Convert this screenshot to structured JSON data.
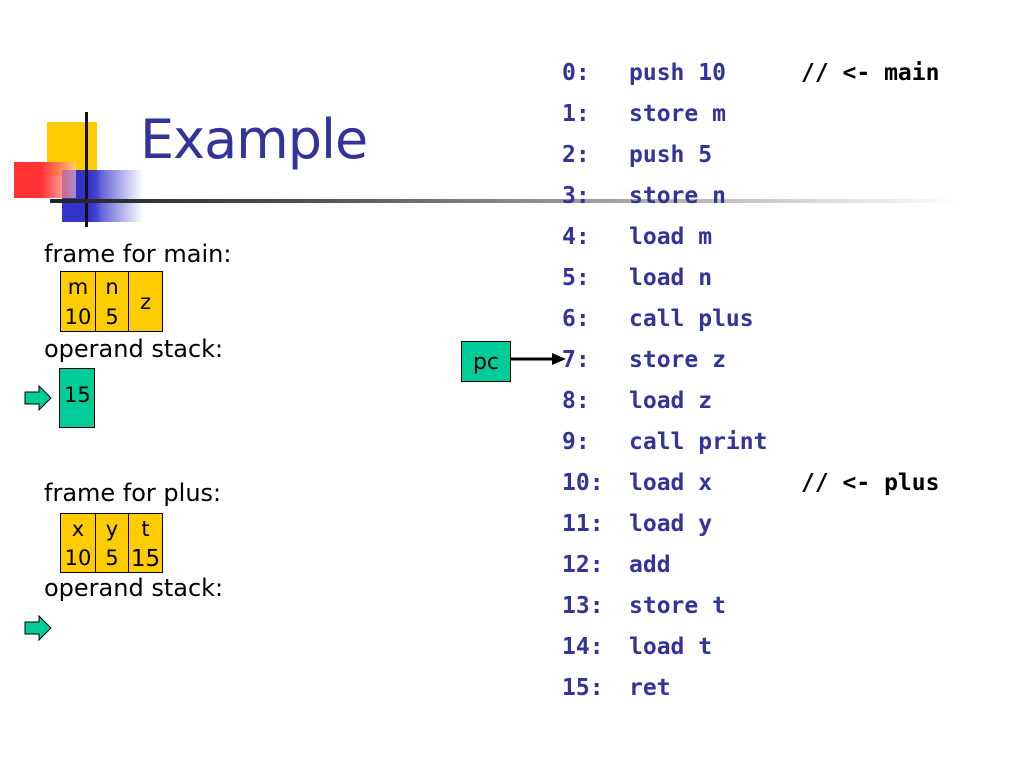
{
  "title": "Example",
  "main_frame": {
    "label": "frame for main:",
    "cells": [
      {
        "name": "m",
        "value": "10"
      },
      {
        "name": "n",
        "value": "5"
      },
      {
        "name": "z",
        "value": ""
      }
    ]
  },
  "main_stack": {
    "label": "operand stack:",
    "items": [
      "15"
    ]
  },
  "plus_frame": {
    "label": "frame for plus:",
    "cells": [
      {
        "name": "x",
        "value": "10"
      },
      {
        "name": "y",
        "value": "5"
      },
      {
        "name": "t",
        "value": "15"
      }
    ]
  },
  "plus_stack": {
    "label": "operand stack:",
    "items": []
  },
  "pc": {
    "label": "pc",
    "points_to": "7"
  },
  "code": [
    {
      "index": "0:",
      "instr": "push 10",
      "comment": "// <- main"
    },
    {
      "index": "1:",
      "instr": "store m",
      "comment": ""
    },
    {
      "index": "2:",
      "instr": "push 5",
      "comment": ""
    },
    {
      "index": "3:",
      "instr": "store n",
      "comment": ""
    },
    {
      "index": "4:",
      "instr": "load m",
      "comment": ""
    },
    {
      "index": "5:",
      "instr": "load n",
      "comment": ""
    },
    {
      "index": "6:",
      "instr": "call plus",
      "comment": ""
    },
    {
      "index": "7:",
      "instr": "store z",
      "comment": ""
    },
    {
      "index": "8:",
      "instr": "load z",
      "comment": ""
    },
    {
      "index": "9:",
      "instr": "call print",
      "comment": ""
    },
    {
      "index": "10:",
      "instr": "load x",
      "comment": "// <- plus"
    },
    {
      "index": "11:",
      "instr": "load y",
      "comment": ""
    },
    {
      "index": "12:",
      "instr": "add",
      "comment": ""
    },
    {
      "index": "13:",
      "instr": "store t",
      "comment": ""
    },
    {
      "index": "14:",
      "instr": "load t",
      "comment": ""
    },
    {
      "index": "15:",
      "instr": "ret",
      "comment": ""
    }
  ],
  "colors": {
    "title": "#333399",
    "frame_cell": "#ffcc00",
    "stack_cell": "#00cc99",
    "code": "#333399",
    "comment": "#000000"
  }
}
